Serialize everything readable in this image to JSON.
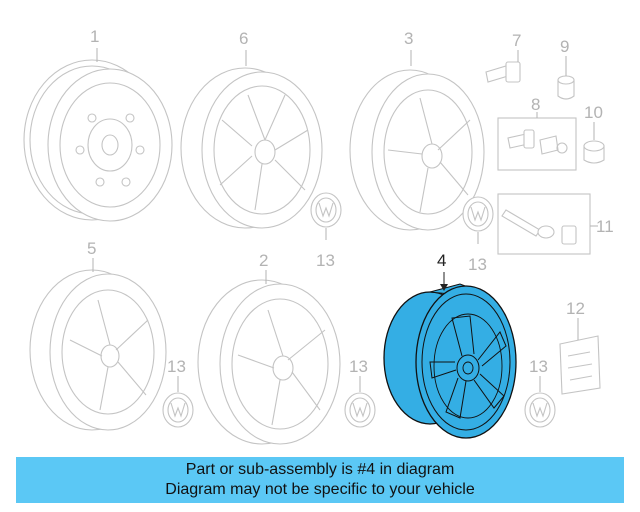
{
  "diagram": {
    "highlight_color": "#34aee4",
    "ghost_color": "#c4c4c4",
    "callouts": {
      "c1": "1",
      "c6": "6",
      "c3": "3",
      "c7": "7",
      "c9": "9",
      "c8": "8",
      "c10": "10",
      "c13a": "13",
      "c13b": "13",
      "c11": "11",
      "c5": "5",
      "c2": "2",
      "c4": "4",
      "c12": "12",
      "c13c": "13",
      "c13d": "13",
      "c13e": "13"
    },
    "highlighted_part": "4"
  },
  "banner": {
    "background": "#5bc8f5",
    "line1": "Part or sub-assembly is #4 in diagram",
    "line2": "Diagram may not be specific to your vehicle"
  }
}
